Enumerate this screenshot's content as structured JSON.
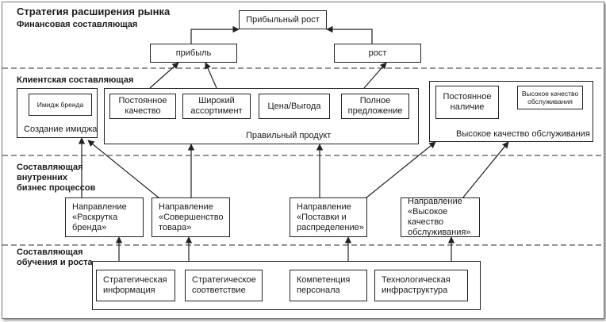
{
  "title": "Стратегия расширения рынка",
  "sections": {
    "financial": "Финансовая составляющая",
    "customer": "Клиентская составляющая",
    "internal": "Составляющая\nвнутренних\nбизнес процессов",
    "learning": "Составляющая\nобучения и роста"
  },
  "financial": {
    "top": "Прибыльный рост",
    "profit": "прибыль",
    "growth": "рост"
  },
  "customer": {
    "image_group": {
      "inner": "Имидж бренда",
      "caption": "Создание имиджа"
    },
    "product_group": {
      "caption": "Правильный продукт",
      "items": [
        "Постоянное\nкачество",
        "Широкий\nассортимент",
        "Цена/Выгода",
        "Полное\nпредложение"
      ]
    },
    "service_group": {
      "caption": "Высокое качество обслуживания",
      "items": [
        "Постоянное\nналичие",
        "Высокое качество\nобслуживания"
      ]
    }
  },
  "internal": {
    "items": [
      "Направление\n«Раскрутка\nбренда»",
      "Направление\n«Совершенство\nтовара»",
      "Направление\n«Поставки и\nраспределение»",
      "Направление\n«Высокое качество\nобслуживания»"
    ]
  },
  "learning": {
    "items": [
      "Стратегическая\nинформация",
      "Стратегическое\nсоответствие",
      "Компетенция\nперсонала",
      "Технологическая\nинфраструктура"
    ]
  },
  "colors": {
    "line": "#222222",
    "dashed": "#555555"
  }
}
